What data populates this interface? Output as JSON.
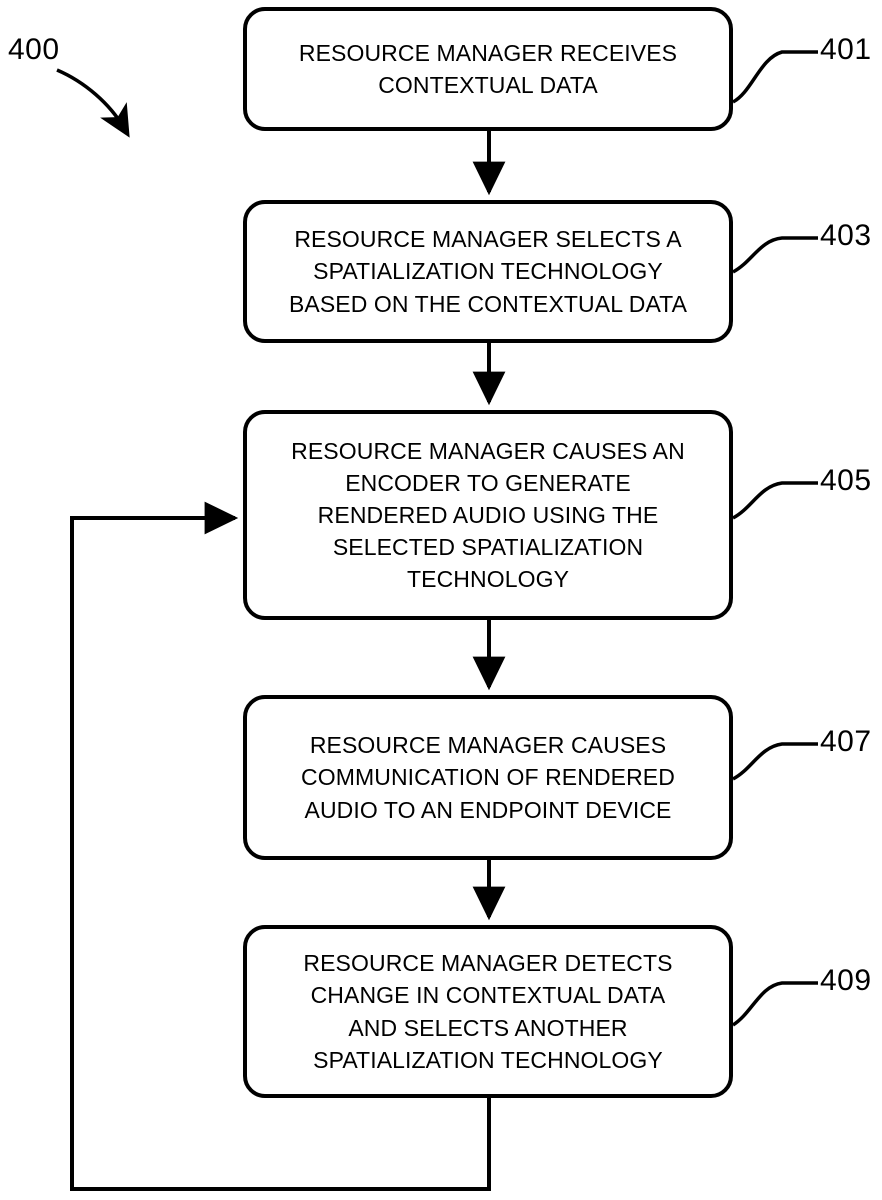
{
  "figure": {
    "id_label": "400",
    "nodes": [
      {
        "ref": "401",
        "text": "RESOURCE MANAGER RECEIVES\nCONTEXTUAL DATA"
      },
      {
        "ref": "403",
        "text": "RESOURCE MANAGER SELECTS A\nSPATIALIZATION TECHNOLOGY\nBASED ON THE CONTEXTUAL DATA"
      },
      {
        "ref": "405",
        "text": "RESOURCE MANAGER CAUSES AN\nENCODER TO GENERATE\nRENDERED AUDIO USING THE\nSELECTED SPATIALIZATION\nTECHNOLOGY"
      },
      {
        "ref": "407",
        "text": "RESOURCE MANAGER CAUSES\nCOMMUNICATION OF RENDERED\nAUDIO TO AN ENDPOINT DEVICE"
      },
      {
        "ref": "409",
        "text": "RESOURCE MANAGER DETECTS\nCHANGE IN CONTEXTUAL DATA\nAND SELECTS ANOTHER\nSPATIALIZATION TECHNOLOGY"
      }
    ],
    "colors": {
      "stroke": "#000000",
      "fill": "#ffffff",
      "text": "#000000"
    }
  }
}
